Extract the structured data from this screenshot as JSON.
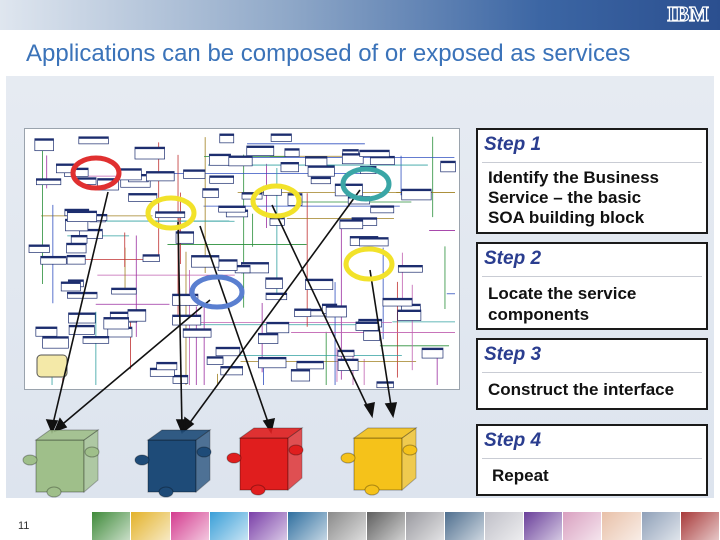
{
  "header": {
    "logo_text": "IBM",
    "title": "Applications can be composed of or exposed as services"
  },
  "steps": [
    {
      "title": "Step 1",
      "lines": [
        "Identify the Business",
        "Service – the basic",
        "SOA building block"
      ]
    },
    {
      "title": "Step 2",
      "lines": [
        "Locate the service",
        "components"
      ]
    },
    {
      "title": "Step 3",
      "lines": [
        "Construct the interface"
      ]
    },
    {
      "title": "Step 4",
      "lines": [
        "Repeat"
      ]
    }
  ],
  "highlights": [
    {
      "name": "red-circle",
      "color": "#e03030"
    },
    {
      "name": "yellow-circle-1",
      "color": "#f2e22a"
    },
    {
      "name": "yellow-circle-2",
      "color": "#f2e22a"
    },
    {
      "name": "teal-circle",
      "color": "#3aa6a6"
    },
    {
      "name": "yellow-circle-3",
      "color": "#f2e22a"
    },
    {
      "name": "blue-circle",
      "color": "#5a7fd0"
    }
  ],
  "blocks": [
    {
      "name": "green-lego-block",
      "color": "#9fbf8a"
    },
    {
      "name": "blue-lego-block",
      "color": "#1e4b78"
    },
    {
      "name": "red-lego-block",
      "color": "#e01e1e"
    },
    {
      "name": "yellow-lego-block",
      "color": "#f5c21a"
    }
  ],
  "footer": {
    "page_number": "11",
    "tiles": [
      "#3f8a3a",
      "#e3b22a",
      "#d43c8f",
      "#3a9fd8",
      "#7a3fa8",
      "#2f6f9f",
      "#8a8a8a",
      "#5f5f5f",
      "#9a9aa0",
      "#4f6f8f",
      "#c0c0c8",
      "#6a3f9a",
      "#d9a0c0",
      "#e8c0a8",
      "#8fa0b8",
      "#a83a3a"
    ]
  },
  "colors": {
    "title": "#3b73b9",
    "step_title": "#2a3d8f"
  }
}
